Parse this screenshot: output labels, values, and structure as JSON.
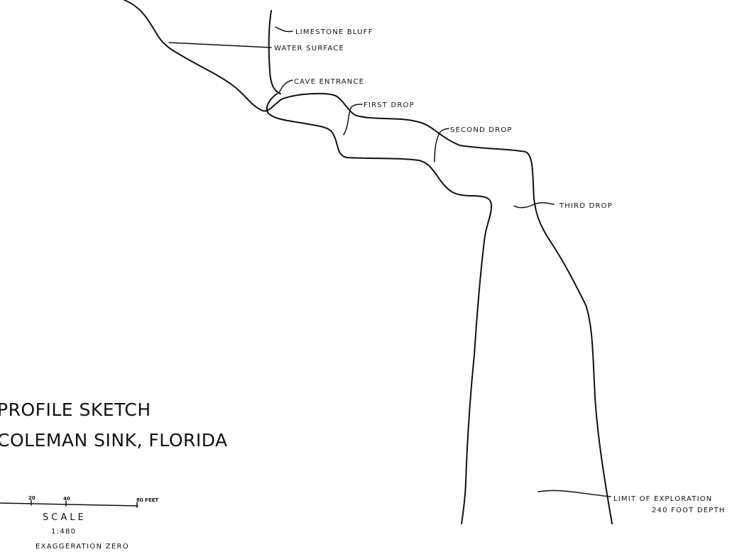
{
  "title": {
    "line1": "PROFILE SKETCH",
    "line2": "COLEMAN SINK, FLORIDA"
  },
  "labels": {
    "limestone_bluff": "LIMESTONE BLUFF",
    "water_surface": "WATER SURFACE",
    "cave_entrance": "CAVE ENTRANCE",
    "first_drop": "FIRST DROP",
    "second_drop": "SECOND DROP",
    "third_drop": "THIRD DROP",
    "limit_line1": "LIMIT OF EXPLORATION",
    "limit_line2": "240 FOOT DEPTH"
  },
  "scale": {
    "tick_20": "20",
    "tick_40": "40",
    "tick_end": "80 FEET",
    "label": "SCALE",
    "ratio": "1:480",
    "exaggeration": "EXAGGERATION ZERO"
  }
}
